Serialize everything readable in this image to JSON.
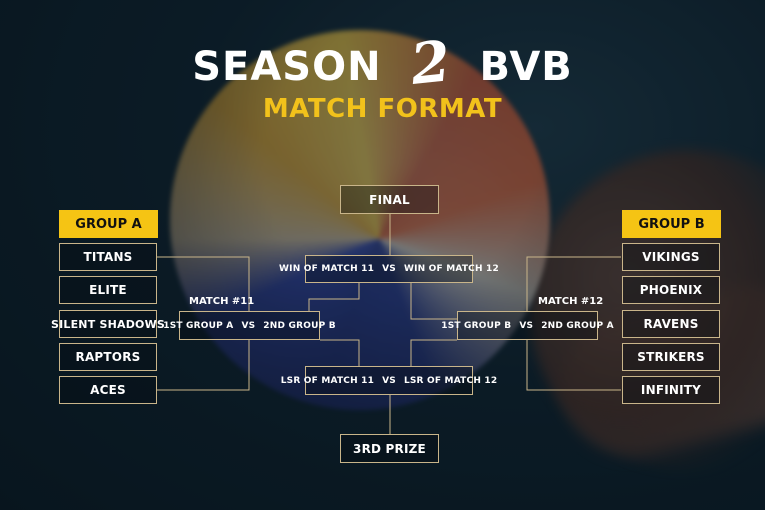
{
  "title": {
    "left": "SEASON",
    "number": "2",
    "right": "BVB"
  },
  "subtitle": "MATCH FORMAT",
  "group_a": {
    "header": "GROUP A",
    "teams": [
      "TITANS",
      "ELITE",
      "SILENT SHADOWS",
      "RAPTORS",
      "ACES"
    ]
  },
  "group_b": {
    "header": "GROUP B",
    "teams": [
      "VIKINGS",
      "PHOENIX",
      "RAVENS",
      "STRIKERS",
      "INFINITY"
    ]
  },
  "match_11": {
    "label": "MATCH #11",
    "left": "1ST GROUP A",
    "vs": "VS",
    "right": "2ND GROUP B"
  },
  "match_12": {
    "label": "MATCH #12",
    "left": "1ST GROUP B",
    "vs": "VS",
    "right": "2ND GROUP A"
  },
  "final": {
    "label": "FINAL",
    "left": "WIN OF MATCH 11",
    "vs": "VS",
    "right": "WIN OF MATCH 12"
  },
  "third": {
    "label": "3RD PRIZE",
    "left": "LSR OF MATCH 11",
    "vs": "VS",
    "right": "LSR OF MATCH 12"
  },
  "colors": {
    "accent": "#f5c414",
    "box_border": "#c9b58a",
    "line": "#c9b58a"
  }
}
